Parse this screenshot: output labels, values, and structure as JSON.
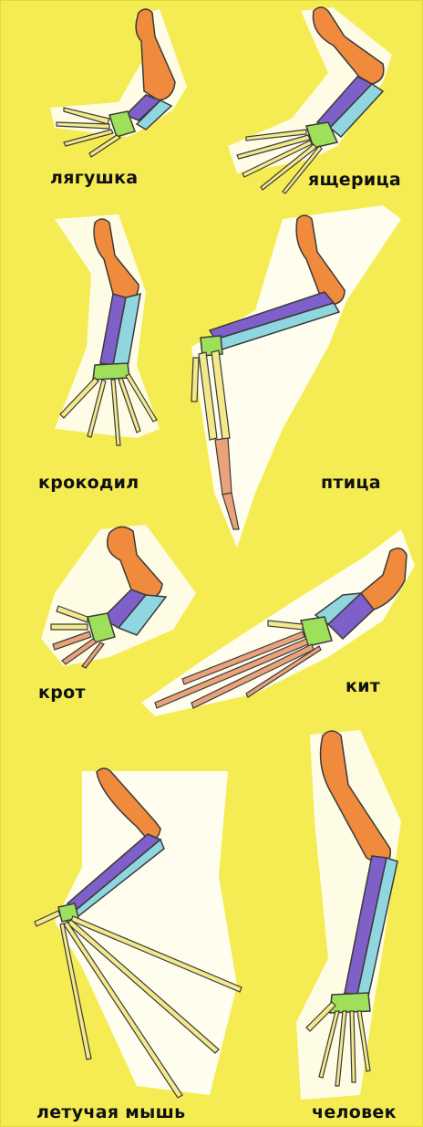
{
  "labels": {
    "frog": "лягушка",
    "lizard": "ящерица",
    "crocodile": "крокодил",
    "bird": "птица",
    "mole": "крот",
    "whale": "кит",
    "bat": "летучая мышь",
    "human": "человек"
  },
  "colors": {
    "background": "#f4ec52",
    "humerus": "#f08a3c",
    "radius": "#7f5fc8",
    "ulna": "#8fd6e0",
    "carpals": "#9fe05a",
    "digits": "#f3e88a",
    "distal_phalanges": "#e9a27a",
    "bone_outline": "#3a3a3a",
    "silhouette": "#ffffff"
  }
}
